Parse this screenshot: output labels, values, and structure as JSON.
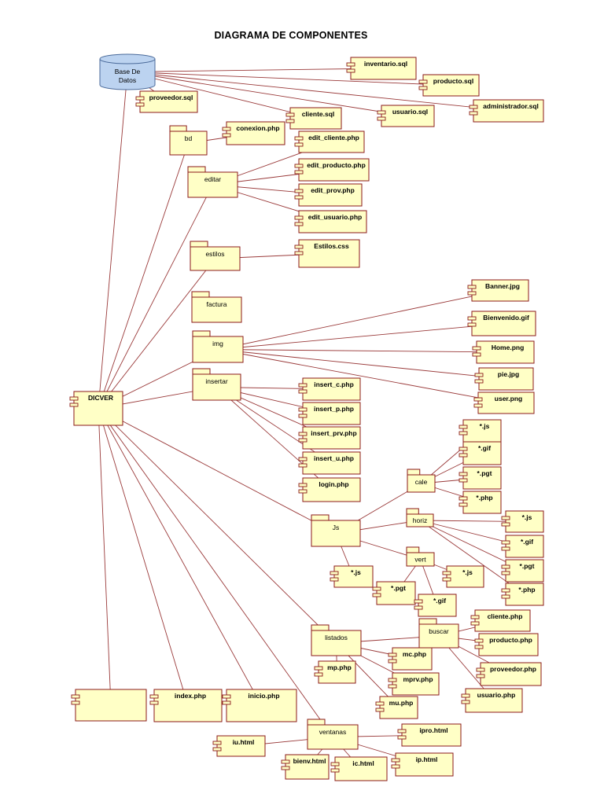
{
  "title": "DIAGRAMA DE COMPONENTES",
  "colors": {
    "fill": "#ffffc6",
    "stroke": "#8b1a1a",
    "line": "#9a3a3a",
    "db_fill": "#bcd3f0",
    "db_stroke": "#4a6a9a"
  },
  "database": {
    "label_line1": "Base De",
    "label_line2": "Datos"
  },
  "nodes": {
    "inventario": "inventario.sql",
    "producto_sql": "producto.sql",
    "administrador": "administrador.sql",
    "usuario_sql": "usuario.sql",
    "cliente_sql": "cliente.sql",
    "proveedor_sql": "proveedor.sql",
    "conexion": "conexion.php",
    "edit_cliente": "edit_cliente.php",
    "edit_producto": "edit_producto.php",
    "edit_prov": "edit_prov.php",
    "edit_usuario": "edit_usuario.php",
    "estilos_css": "Estilos.css",
    "banner": "Banner.jpg",
    "bienvenido": "Bienvenido.gif",
    "home": "Home.png",
    "pie": "pie.jpg",
    "user": "user.png",
    "insert_c": "insert_c.php",
    "insert_p": "insert_p.php",
    "insert_prv": "insert_prv.php",
    "insert_u": "insert_u.php",
    "login": "login.php",
    "dicver": "DICVER",
    "cale_js": "*.js",
    "cale_gif": "*.gif",
    "cale_pgt": "*.pgt",
    "cale_php": "*.php",
    "horiz_js": "*.js",
    "horiz_gif": "*.gif",
    "horiz_pgt": "*.pgt",
    "horiz_php": "*.php",
    "js_js": "*.js",
    "vert_pgt": "*.pgt",
    "vert_gif": "*.gif",
    "vert_js": "*.js",
    "cliente_php": "cliente.php",
    "producto_php": "producto.php",
    "proveedor_php": "proveedor.php",
    "usuario_php": "usuario.php",
    "mc": "mc.php",
    "mp": "mp.php",
    "mprv": "mprv.php",
    "mu": "mu.php",
    "blank": "",
    "index": "index.php",
    "inicio": "inicio.php",
    "iu": "iu.html",
    "ipro": "ipro.html",
    "bienv": "bienv.html",
    "ic": "ic.html",
    "ip": "ip.html"
  },
  "packages": {
    "bd": "bd",
    "editar": "editar",
    "estilos": "estilos",
    "factura": "factura",
    "img": "img",
    "insertar": "insertar",
    "js": "Js",
    "cale": "cale",
    "horiz": "horiz",
    "vert": "vert",
    "listados": "listados",
    "buscar": "buscar",
    "ventanas": "ventanas"
  }
}
